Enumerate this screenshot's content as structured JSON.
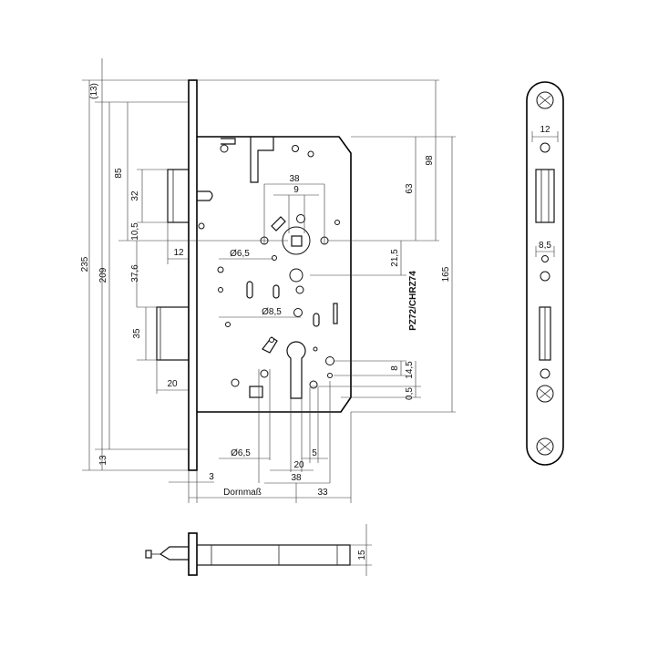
{
  "dims": {
    "d13_paren": "(13)",
    "d235": "235",
    "d209": "209",
    "d85": "85",
    "d32": "32",
    "d10_5": "10,5",
    "d12_left": "12",
    "d37_6": "37,6",
    "d35": "35",
    "d20_left": "20",
    "d13": "13",
    "d3": "3",
    "dornmass": "Dornmaß",
    "d33": "33",
    "d38_top": "38",
    "d9": "9",
    "d6_5_top": "Ø6,5",
    "d8_5": "Ø8,5",
    "d6_5_bottom": "Ø6,5",
    "d5": "5",
    "d20_bottom": "20",
    "d38_bottom": "38",
    "d98": "98",
    "d63": "63",
    "d165": "165",
    "d21_5": "21,5",
    "d8": "8",
    "d14_5": "14,5",
    "d0_5": "0,5",
    "cylinder": "PZ72/CHRZ74",
    "d12_plate": "12",
    "d8_5_plate": "8,5",
    "d15": "15"
  }
}
